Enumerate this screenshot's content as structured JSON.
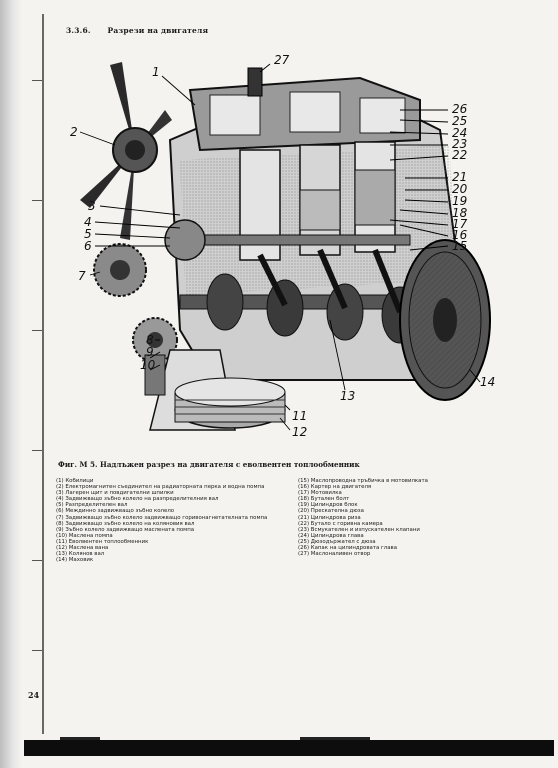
{
  "header": {
    "section": "3.3.6.",
    "title": "Разрези на двигателя"
  },
  "figure": {
    "callouts": [
      "1",
      "2",
      "3",
      "4",
      "5",
      "6",
      "7",
      "8",
      "9",
      "10",
      "11",
      "12",
      "13",
      "14",
      "15",
      "16",
      "17",
      "18",
      "19",
      "20",
      "21",
      "22",
      "23",
      "24",
      "25",
      "26",
      "27"
    ]
  },
  "caption": "Фиг. М 5. Надлъжен разрез на двигателя с еволвентен топлообменник",
  "legend_left": [
    "(1) Кобилици",
    "(2) Електромагнитен съединител на радиаторната перка и водна помпа",
    "(3) Лагерен щит и повдигателни шпилки",
    "(4) Задвижващо зъбно колело на разпределителния вал",
    "(5) Разпределителен вал",
    "(6) Междинно задвижващо зъбно колело",
    "(7) Задвижващо зъбно колело задвижващо горивонагнетателната помпа",
    "(8) Задвижващо зъбно колело на коляновия вал",
    "(9) Зъбно колело задвижващо маслената помпа",
    "(10) Маслена помпа",
    "(11) Еволвентен топлообменник",
    "(12) Маслена вана",
    "(13) Колянов вал",
    "(14) Маховик"
  ],
  "legend_right": [
    "(15) Маслопроводна тръбичка в мотовилката",
    "(16) Картер на двигателя",
    "(17) Мотовилка",
    "(18) Бутален болт",
    "(19) Цилиндров блок",
    "(20) Прескателна дюза",
    "(21) Цилиндрова риза",
    "(22) Бутало с горивна камера",
    "(23) Всмукателен и изпускателен клапани",
    "(24) Цилиндрова глава",
    "(25) Дюзодържател с дюза",
    "(26) Капак на цилиндровата глава",
    "(27) Маслоналивен отвор"
  ],
  "page_number": "24"
}
